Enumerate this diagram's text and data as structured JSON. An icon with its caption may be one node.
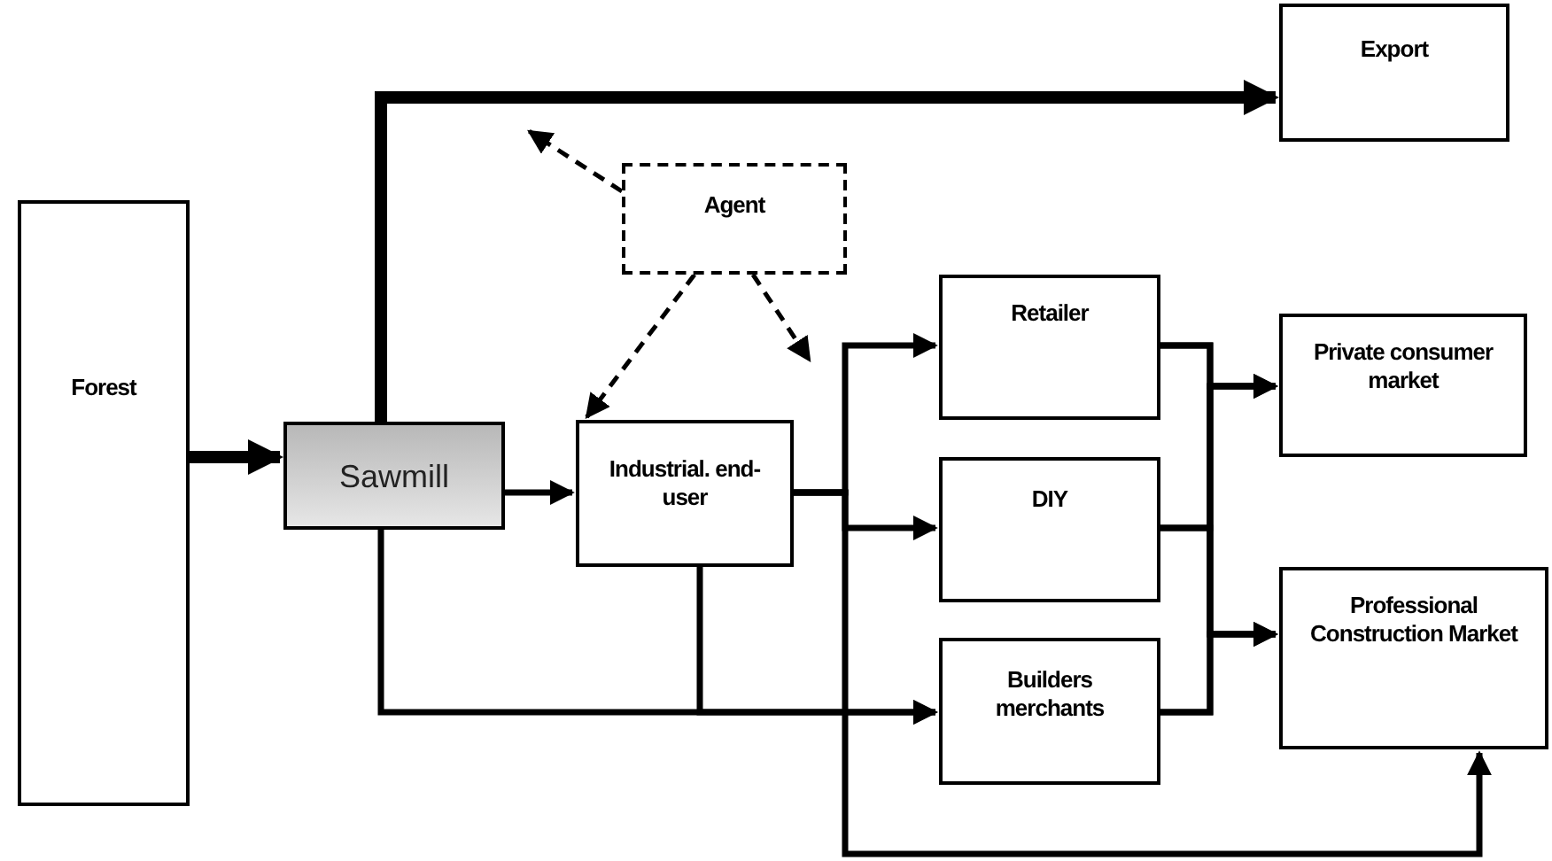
{
  "diagram": {
    "nodes": [
      {
        "text": [
          "Forest"
        ]
      },
      {
        "text": [
          "Sawmill"
        ]
      },
      {
        "text": [
          "Agent"
        ]
      },
      {
        "text": [
          "Export"
        ]
      },
      {
        "text": [
          "Industrial. end-user"
        ]
      },
      {
        "text": [
          "Retailer"
        ]
      },
      {
        "text": [
          "DIY"
        ]
      },
      {
        "text": [
          "Builders merchants"
        ]
      },
      {
        "text": [
          "Private consumer market"
        ]
      },
      {
        "text": [
          "Professional Construction Market"
        ]
      }
    ],
    "edges": [
      {
        "from": 0,
        "to": 1,
        "arrow": "to",
        "style": "thick"
      },
      {
        "from": 1,
        "to": 3,
        "arrow": "to",
        "style": "thick"
      },
      {
        "from": 1,
        "to": 4,
        "arrow": "to"
      },
      {
        "from": 1,
        "to": 7,
        "arrow": "to"
      },
      {
        "from": 4,
        "to": 7,
        "arrow": "to"
      },
      {
        "from": 4,
        "to": 5,
        "arrow": "to"
      },
      {
        "from": 4,
        "to": 6,
        "arrow": "to"
      },
      {
        "from": 4,
        "to": 9,
        "arrow": "to"
      },
      {
        "from": 5,
        "to": 8,
        "arrow": "to"
      },
      {
        "from": 5,
        "to": 9,
        "arrow": "to"
      },
      {
        "from": 6,
        "to": 8,
        "arrow": "to"
      },
      {
        "from": 6,
        "to": 9,
        "arrow": "to"
      },
      {
        "from": 7,
        "to": 8,
        "arrow": "to"
      },
      {
        "from": 7,
        "to": 9,
        "arrow": "to"
      },
      {
        "from": 2,
        "to": null,
        "arrow": "to",
        "style": "dashed"
      },
      {
        "from": 2,
        "to": 4,
        "arrow": "to",
        "style": "dashed"
      },
      {
        "from": 2,
        "to": null,
        "arrow": "to",
        "style": "dashed"
      }
    ]
  }
}
